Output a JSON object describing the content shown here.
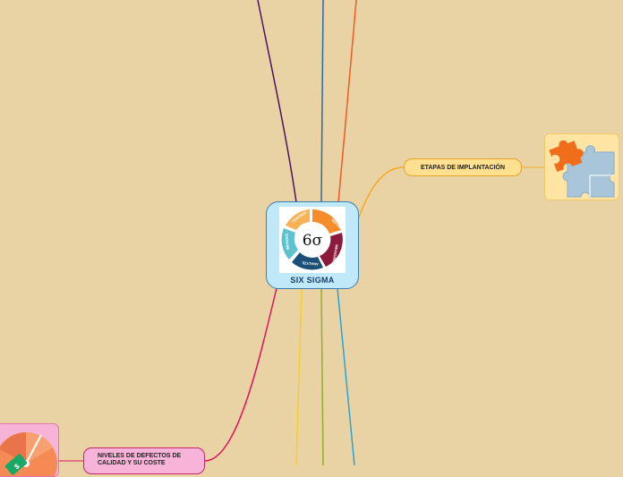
{
  "central_topic": {
    "label": "SIX SIGMA",
    "image_center_text": "6σ",
    "cycle_steps": [
      "DEFINE",
      "MEASURE",
      "ANALYZE",
      "IMPROVE",
      "CONTROL"
    ]
  },
  "topics": {
    "etapas": "ETAPAS DE IMPLANTACIÓN",
    "niveles_line1": "NIVELES DE DEFECTOS DE",
    "niveles_line2": "CALIDAD Y SU COSTE"
  },
  "colors": {
    "background": "#e9d3a5",
    "central_fill": "#bfe8f9",
    "branch_purple": "#4a1560",
    "branch_blue_dark": "#2a6aa8",
    "branch_orange_red": "#f05a24",
    "branch_orange": "#f7a823",
    "branch_pink": "#e0125e",
    "branch_yellow": "#f2cf2a",
    "branch_green": "#8fb02a",
    "branch_cyan": "#2aa3d4"
  },
  "icons": [
    "puzzle-icon",
    "gauge-icon"
  ]
}
